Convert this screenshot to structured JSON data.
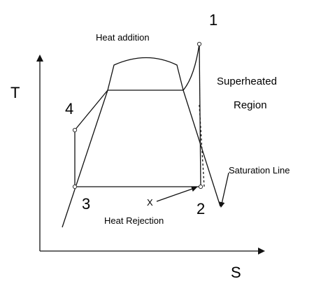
{
  "axes": {
    "y_label": "T",
    "x_label": "S"
  },
  "state_points": [
    {
      "label": "1"
    },
    {
      "label": "2"
    },
    {
      "label": "3"
    },
    {
      "label": "4"
    }
  ],
  "annotations": {
    "heat_addition": "Heat addition",
    "heat_rejection": "Heat Rejection",
    "region_line1": "Superheated",
    "region_line2": "Region",
    "saturation_line": "Saturation Line",
    "x_marker": "X"
  }
}
